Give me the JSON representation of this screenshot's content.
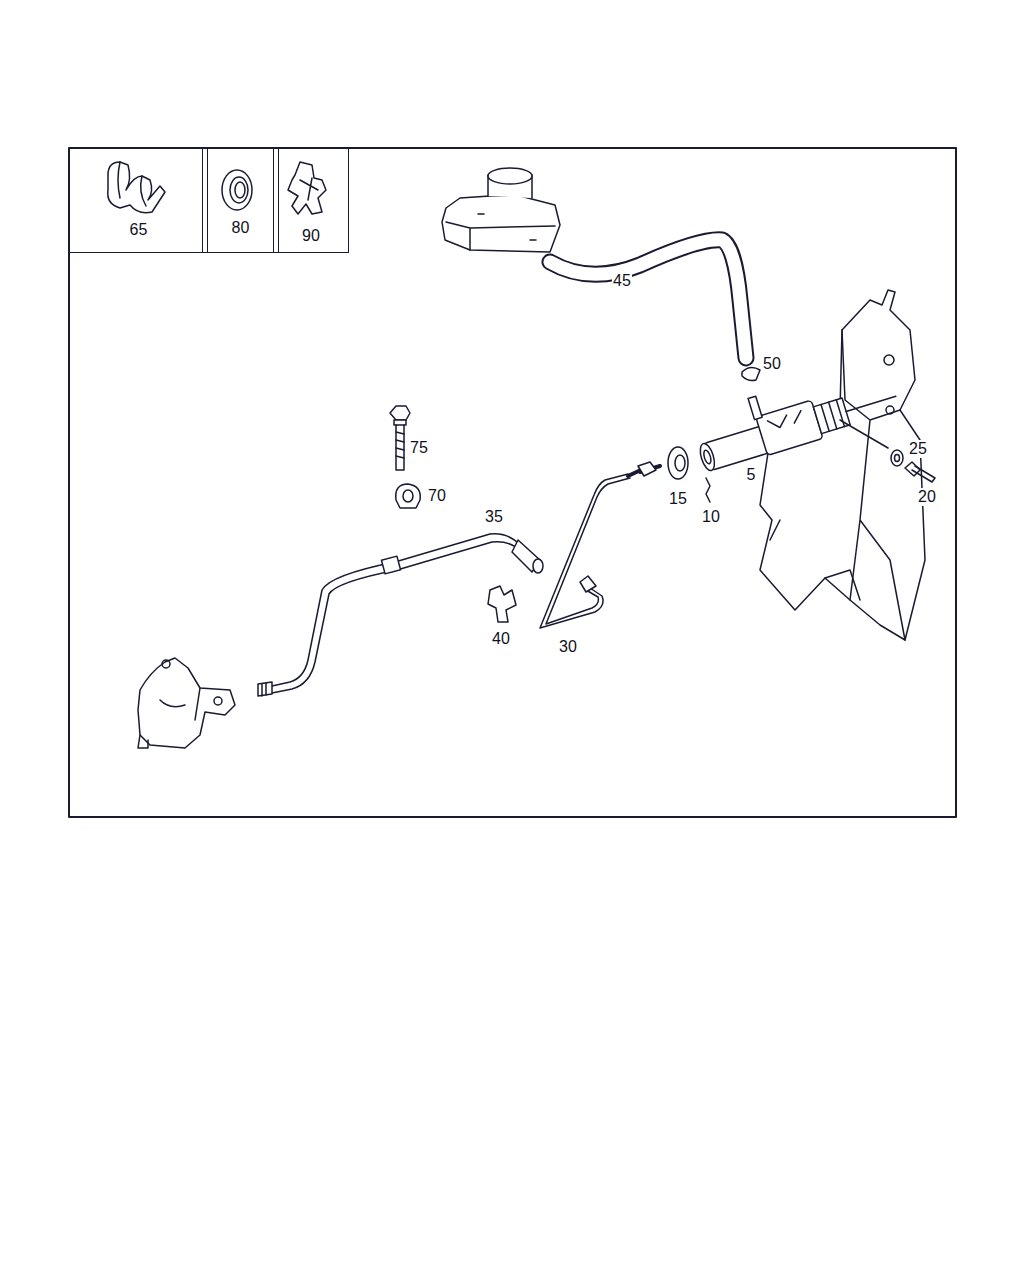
{
  "diagram": {
    "nodes": [
      {
        "text": [
          "65"
        ]
      },
      {
        "text": [
          "80"
        ]
      },
      {
        "text": [
          "90"
        ]
      }
    ],
    "labels": [
      "45",
      "50",
      "75",
      "25",
      "70",
      "5",
      "15",
      "10",
      "20",
      "35",
      "40",
      "30"
    ]
  }
}
